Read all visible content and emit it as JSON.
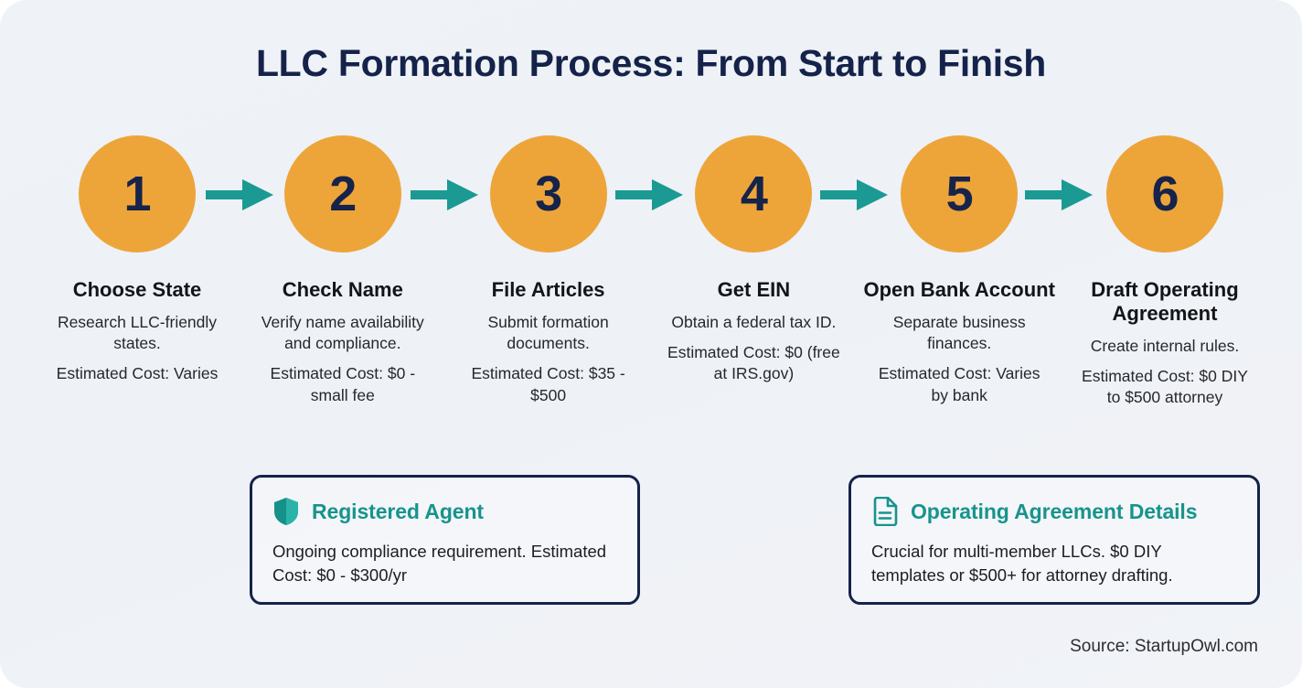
{
  "title": "LLC Formation Process: From Start to Finish",
  "colors": {
    "panel_background": "#eef1f6",
    "circle_fill": "#eda53a",
    "circle_number": "#16234a",
    "arrow": "#1a9a93",
    "title": "#15234a",
    "callout_border": "#15234a",
    "callout_accent": "#17948c",
    "body_text": "#26282c"
  },
  "steps": [
    {
      "number": "1",
      "title": "Choose State",
      "desc": "Research LLC-friendly states.",
      "cost": "Estimated Cost: Varies"
    },
    {
      "number": "2",
      "title": "Check Name",
      "desc": "Verify name availability and compliance.",
      "cost": "Estimated Cost: $0 - small fee"
    },
    {
      "number": "3",
      "title": "File Articles",
      "desc": "Submit formation documents.",
      "cost": "Estimated Cost: $35 - $500"
    },
    {
      "number": "4",
      "title": "Get EIN",
      "desc": "Obtain a federal tax ID.",
      "cost": "Estimated Cost: $0 (free at IRS.gov)"
    },
    {
      "number": "5",
      "title": "Open Bank Account",
      "desc": "Separate business finances.",
      "cost": "Estimated Cost: Varies by bank"
    },
    {
      "number": "6",
      "title": "Draft Operating Agreement",
      "desc": "Create internal rules.",
      "cost": "Estimated Cost: $0 DIY to $500 attorney"
    }
  ],
  "callouts": {
    "left": {
      "icon": "shield-icon",
      "title": "Registered Agent",
      "body": "Ongoing compliance requirement. Estimated Cost: $0 - $300/yr"
    },
    "right": {
      "icon": "document-icon",
      "title": "Operating Agreement Details",
      "body": "Crucial for multi-member LLCs. $0 DIY templates or $500+ for attorney drafting."
    }
  },
  "source": "Source: StartupOwl.com"
}
